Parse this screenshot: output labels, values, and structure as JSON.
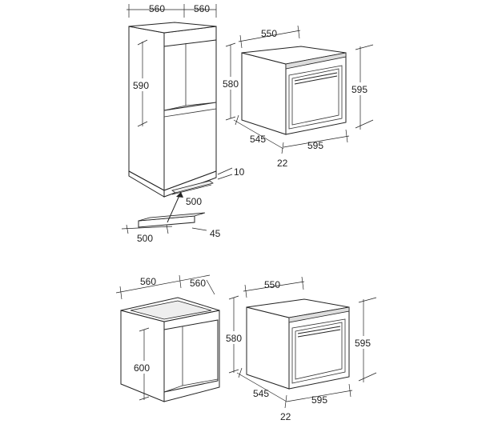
{
  "top": {
    "column": {
      "width_left": "560",
      "width_right": "560",
      "niche_height": "590",
      "vent_gap": "10",
      "vent_width": "500",
      "vent_piece_width": "500",
      "vent_piece_depth": "45"
    },
    "oven": {
      "depth_top": "550",
      "height_body": "580",
      "height_front": "595",
      "depth_bottom": "545",
      "width_bottom": "595",
      "front_thickness": "22"
    }
  },
  "bottom": {
    "cabinet": {
      "width_left": "560",
      "width_right": "560",
      "niche_height": "600"
    },
    "oven": {
      "depth_top": "550",
      "height_body": "580",
      "height_front": "595",
      "depth_bottom": "545",
      "width_bottom": "595",
      "front_thickness": "22"
    }
  }
}
